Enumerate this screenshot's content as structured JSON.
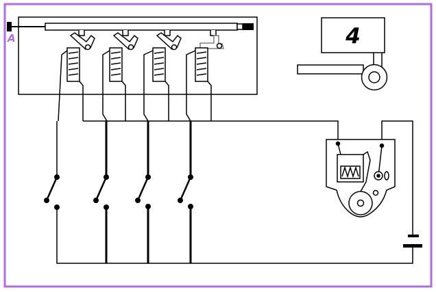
{
  "labels": {
    "rod_end": "A",
    "indicator": "4"
  },
  "colors": {
    "frame": "#b469e6",
    "label_a": "#b469e6",
    "ink": "#000000",
    "background": "#ffffff",
    "actuator": "#7f7f7f"
  },
  "diagram": {
    "switch_count": 4
  }
}
